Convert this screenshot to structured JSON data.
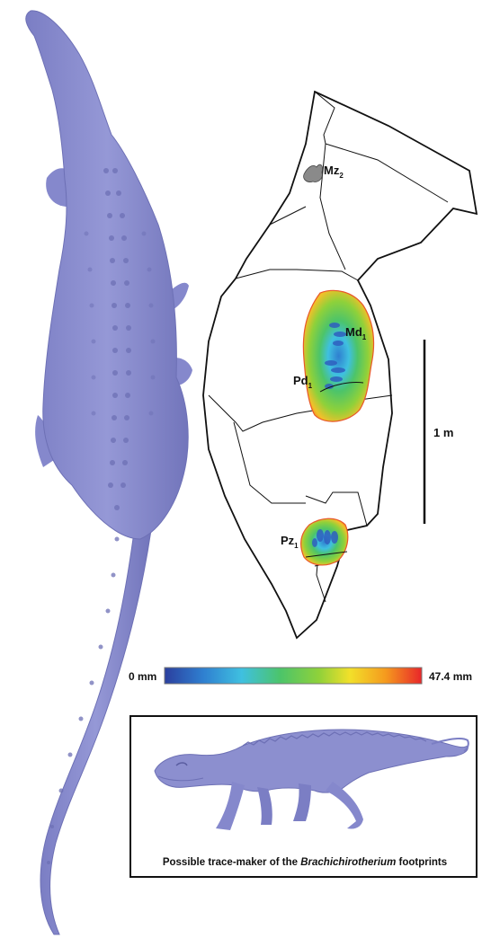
{
  "labels": {
    "mz": {
      "main": "Mz",
      "sub": "2"
    },
    "md": {
      "main": "Md",
      "sub": "1"
    },
    "pd": {
      "main": "Pd",
      "sub": "1"
    },
    "pz": {
      "main": "Pz",
      "sub": "1"
    }
  },
  "scale_bar": {
    "label": "1 m"
  },
  "color_scale": {
    "min_label": "0 mm",
    "max_label": "47.4 mm",
    "colors": [
      "#2b3f9e",
      "#2f7fd0",
      "#3fc0e0",
      "#4cc46a",
      "#8fd13a",
      "#f2e02a",
      "#f59a1e",
      "#e8262a"
    ]
  },
  "caption": {
    "prefix": "Possible trace-maker of the ",
    "italic": "Brachichirotherium",
    "suffix": " footprints"
  },
  "colors": {
    "reptile": "#8c8fcf",
    "reptile_dark": "#6d70b5",
    "outline": "#111111",
    "mz_fill": "#8a8a8a"
  }
}
